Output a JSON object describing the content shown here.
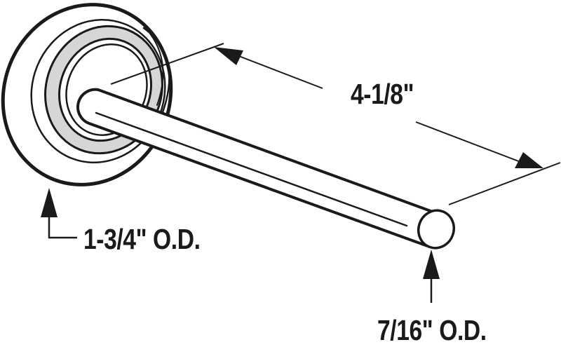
{
  "diagram": {
    "subject": "garage door roller with shaft",
    "colors": {
      "line": "#1a1a1a",
      "background": "#ffffff",
      "bearing_ring": "#d6d6d6"
    },
    "dimensions": {
      "shaft_length": "4-1/8\"",
      "wheel_diameter": "1-3/4\" O.D.",
      "shaft_diameter": "7/16\" O.D."
    }
  }
}
